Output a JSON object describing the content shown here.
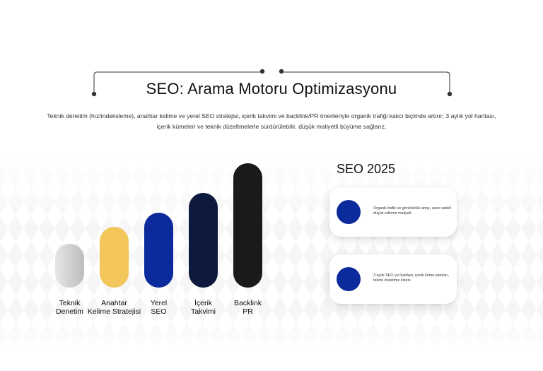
{
  "title": "SEO: Arama Motoru Optimizasyonu",
  "subtitle": "Teknik denetim (hız/indeksleme), anahtar kelime ve yerel SEO stratejisi, içerik takvimi ve backlink/PR önerileriyle organik trafiği kalıcı biçimde artırır; 3 aylık yol haritası, içerik kümeleri ve teknik düzeltmelerle sürdürülebilir, düşük maliyetli büyüme sağlarız.",
  "steps": [
    {
      "label": "Teknik\nDenetim",
      "level": 1,
      "color": "#d4d4d4"
    },
    {
      "label": "Anahtar\nKelime Stratejisi",
      "level": 2,
      "color": "#f3c65c"
    },
    {
      "label": "Yerel\nSEO",
      "level": 3,
      "color": "#0b2a9c"
    },
    {
      "label": "İçerik\nTakvimi",
      "level": 4,
      "color": "#0d1a3d"
    },
    {
      "label": "Backlink\nPR",
      "level": 5,
      "color": "#1a1a1a"
    }
  ],
  "side_panel": {
    "heading": "SEO 2025",
    "cards": [
      {
        "text": "Organik trafik ve görünürlük artışı, uzun vadeli düşük edinme maliyeti."
      },
      {
        "text": "3 aylık SEO yol haritası, içerik küme planları, teknik düzeltme listesi."
      }
    ]
  },
  "colors": {
    "accent_blue": "#0b2a9c",
    "navy": "#0d1a3d",
    "yellow": "#f3c65c",
    "black": "#1a1a1a",
    "gray": "#d4d4d4"
  }
}
